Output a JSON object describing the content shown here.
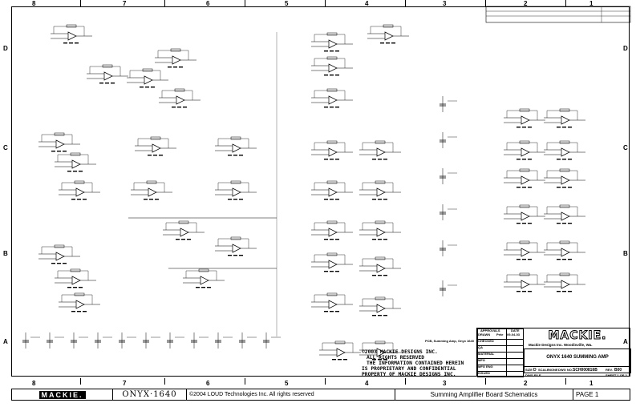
{
  "zones_columns": [
    "8",
    "7",
    "6",
    "5",
    "4",
    "3",
    "2",
    "1"
  ],
  "zones_rows": [
    "D",
    "C",
    "B",
    "A"
  ],
  "title_block": {
    "approvals_label": "APPROVALS",
    "date_label": "DATE",
    "drawn_label": "DRAWN",
    "drawn_by": "Pete",
    "date": "09-04-03",
    "rows": [
      "CHECKED",
      "QA",
      "MATERIAL",
      "MFG",
      "MFG ENG",
      "ISSUED"
    ],
    "logo": "MACKIE.",
    "company": "Mackie Designs Inc.   Woodinville, Wa.",
    "title": "ONYX 1640 SUMMING AMP",
    "size_label": "SIZE",
    "size": "D",
    "scale_label": "SCALE",
    "scale": "NONE",
    "dwg_label": "DWG NO.",
    "dwg_no": "SCH000816B",
    "rev_label": "REV.",
    "rev": "B00",
    "dwg_file_label": "DWG FILE",
    "sheet": "SHEET 1 OF 2"
  },
  "copyright_notice": [
    "©2003 MACKIE DESIGNS INC.",
    "ALL RIGHTS RESERVED",
    "THE INFORMATION CONTAINED HEREIN",
    "IS PROPRIETARY AND CONFIDENTIAL",
    "PROPERTY OF MACKIE DESIGNS INC."
  ],
  "pcb_note": "PCB, Summing Amp, Onyx 1640",
  "footer": {
    "logo": "MACKIE.",
    "product": "ONYX·1640",
    "copyright": "©2004 LOUD Technologies Inc.  All rights reserved",
    "doc_title": "Summing Amplifier Board Schematics",
    "page": "PAGE 1"
  }
}
